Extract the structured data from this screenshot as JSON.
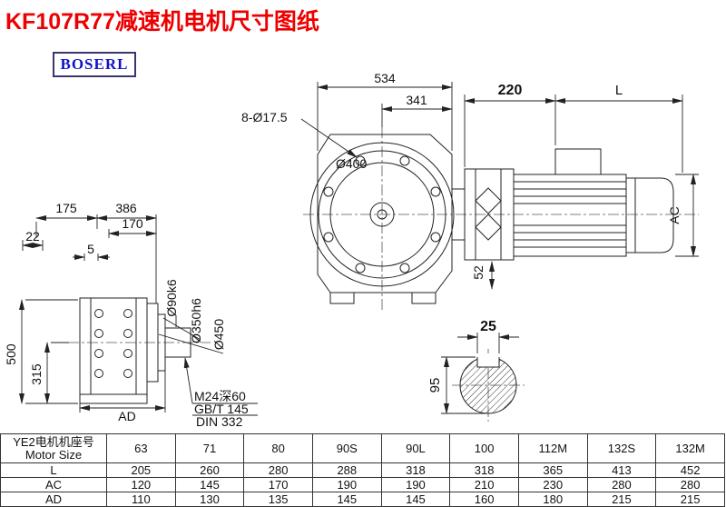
{
  "page": {
    "title": "KF107R77减速机电机尺寸图纸",
    "logo": "BOSERL"
  },
  "front_view": {
    "dim_534": "534",
    "dim_341": "341",
    "bolt_note": "8-Ø17.5",
    "dim_400": "Ø400",
    "dim_220": "220",
    "dim_L": "L",
    "dim_AC": "AC",
    "dim_52": "52"
  },
  "side_view": {
    "dim_175": "175",
    "dim_386": "386",
    "dim_170": "170",
    "dim_22": "22",
    "dim_5": "5",
    "dim_500": "500",
    "dim_315": "315",
    "dim_90": "Ø90k6",
    "dim_350": "Ø350h6",
    "dim_450": "Ø450",
    "dim_AD": "AD",
    "tap_note_1": "M24深60",
    "tap_note_2": "GB/T 145",
    "tap_note_3": "DIN 332"
  },
  "shaft_section": {
    "dim_25": "25",
    "dim_95": "95"
  },
  "table": {
    "row_label_cn": "YE2电机机座号",
    "row_label_en": "Motor Size",
    "sizes": [
      "63",
      "71",
      "80",
      "90S",
      "90L",
      "100",
      "112M",
      "132S",
      "132M"
    ],
    "rows": [
      {
        "label": "L",
        "values": [
          "205",
          "260",
          "280",
          "288",
          "318",
          "318",
          "365",
          "413",
          "452"
        ]
      },
      {
        "label": "AC",
        "values": [
          "120",
          "145",
          "170",
          "190",
          "190",
          "210",
          "230",
          "280",
          "280"
        ]
      },
      {
        "label": "AD",
        "values": [
          "110",
          "130",
          "135",
          "145",
          "145",
          "160",
          "180",
          "215",
          "215"
        ]
      }
    ]
  },
  "colors": {
    "title_red": "#ee0000",
    "logo_blue": "#1111cc",
    "line_dark": "#222222"
  }
}
